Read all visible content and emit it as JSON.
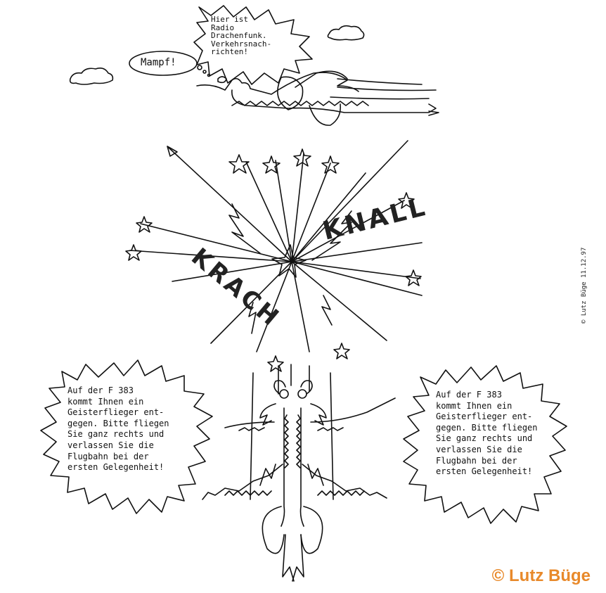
{
  "bubbles": {
    "radio": "Hier ist\nRadio\nDrachenfunk.\nVerkehrsnach-\nrichten!",
    "mampf": "Mampf!",
    "left": "Auf der F 383\nkommt Ihnen ein\nGeisterflieger ent-\ngegen. Bitte fliegen\nSie ganz rechts und\nverlassen Sie die\nFlugbahn bei der\nersten Gelegenheit!",
    "right": "Auf der F 383\nkommt Ihnen ein\nGeisterflieger ent-\ngegen. Bitte fliegen\nSie ganz rechts und\nverlassen Sie die\nFlugbahn bei der\nersten Gelegenheit!"
  },
  "sfx": {
    "krach": "KRACH",
    "knall": "KNALL"
  },
  "side_credit": "© Lutz Büge 11.12.97",
  "copyright": "© Lutz Büge",
  "colors": {
    "ink": "#111111",
    "copyright": "#e8892a",
    "paper": "#ffffff"
  }
}
